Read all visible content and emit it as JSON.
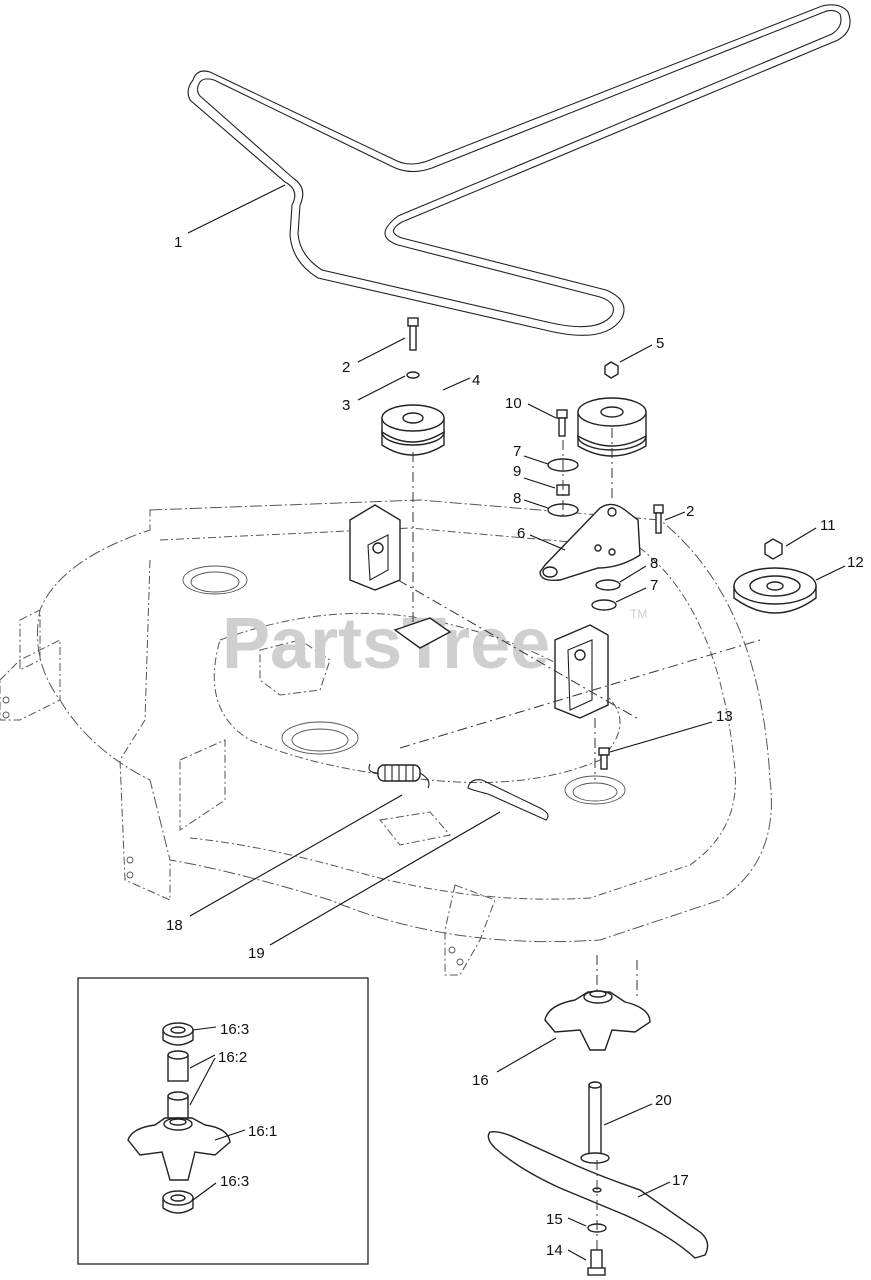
{
  "watermark": {
    "text": "PartsTree",
    "trademark": "TM"
  },
  "callouts": [
    {
      "id": "c-1",
      "text": "1"
    },
    {
      "id": "c-2a",
      "text": "2"
    },
    {
      "id": "c-3",
      "text": "3"
    },
    {
      "id": "c-4",
      "text": "4"
    },
    {
      "id": "c-5",
      "text": "5"
    },
    {
      "id": "c-10",
      "text": "10"
    },
    {
      "id": "c-7a",
      "text": "7"
    },
    {
      "id": "c-9",
      "text": "9"
    },
    {
      "id": "c-8a",
      "text": "8"
    },
    {
      "id": "c-2b",
      "text": "2"
    },
    {
      "id": "c-6",
      "text": "6"
    },
    {
      "id": "c-11",
      "text": "11"
    },
    {
      "id": "c-12",
      "text": "12"
    },
    {
      "id": "c-8b",
      "text": "8"
    },
    {
      "id": "c-7b",
      "text": "7"
    },
    {
      "id": "c-13",
      "text": "13"
    },
    {
      "id": "c-18",
      "text": "18"
    },
    {
      "id": "c-19",
      "text": "19"
    },
    {
      "id": "c-16",
      "text": "16"
    },
    {
      "id": "c-20",
      "text": "20"
    },
    {
      "id": "c-17",
      "text": "17"
    },
    {
      "id": "c-15",
      "text": "15"
    },
    {
      "id": "c-14",
      "text": "14"
    },
    {
      "id": "c-16-3a",
      "text": "16:3"
    },
    {
      "id": "c-16-2",
      "text": "16:2"
    },
    {
      "id": "c-16-1",
      "text": "16:1"
    },
    {
      "id": "c-16-3b",
      "text": "16:3"
    }
  ]
}
